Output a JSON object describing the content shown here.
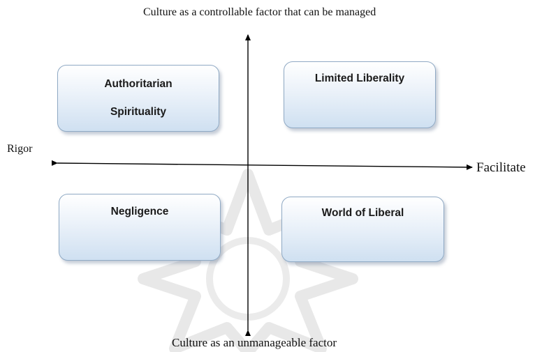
{
  "axes": {
    "top_label": "Culture as a controllable factor that can be managed",
    "bottom_label": "Culture as an unmanageable  factor",
    "left_label": "Rigor",
    "right_label": "Facilitate"
  },
  "quadrants": {
    "top_left": {
      "line1": "Authoritarian",
      "line2": "Spirituality"
    },
    "top_right": {
      "label": "Limited Liberality"
    },
    "bottom_left": {
      "label": "Negligence"
    },
    "bottom_right": {
      "label": "World of Liberal"
    }
  },
  "colors": {
    "axis": "#000000",
    "box_border": "#8fa9c4",
    "box_fill_top": "#ffffff",
    "box_fill_bottom": "#cfe0f1",
    "watermark": "#e2e2e2"
  }
}
